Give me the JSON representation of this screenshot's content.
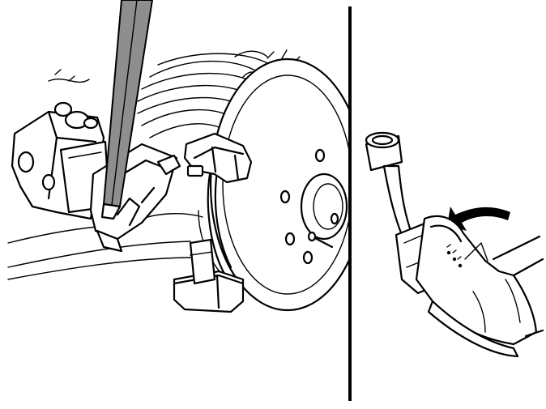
{
  "figure": {
    "panels": [
      {
        "id": "left",
        "subject": "prying-brake-pads-apart"
      },
      {
        "id": "right",
        "subject": "pressing-brake-pedal"
      }
    ],
    "icons": {
      "pry_tool": "pry-bar-icon",
      "caliper": "brake-caliper-icon",
      "disc": "brake-disc-icon",
      "pedal": "brake-pedal-icon",
      "arrow": "curved-arrow-icon"
    },
    "colors": {
      "line": "#000000",
      "tool_fill": "#8e8e8e",
      "background": "#ffffff"
    }
  }
}
